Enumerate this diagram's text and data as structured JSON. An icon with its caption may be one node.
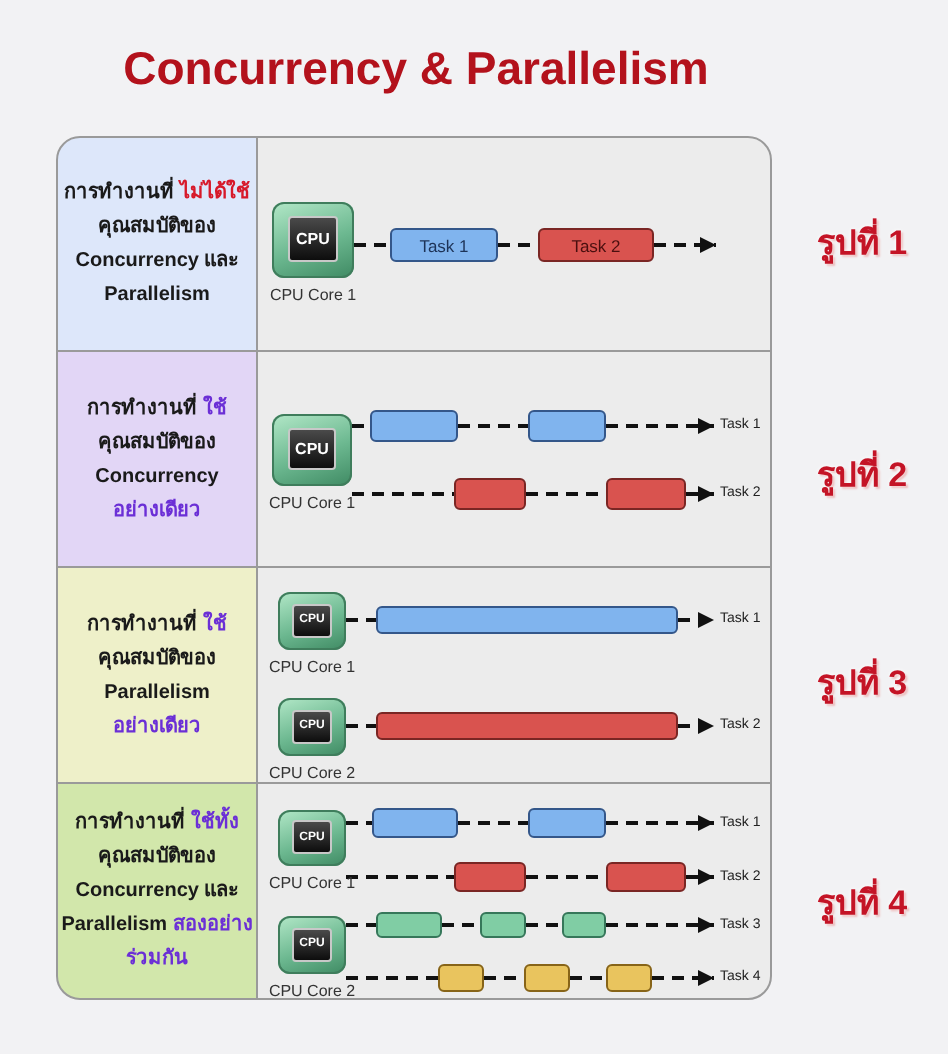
{
  "diagram": {
    "title": "Concurrency & Parallelism",
    "nodes": [
      {
        "text": [
          "การทำงานที่ **ไม่ได้ใช้** คุณสมบัติของ Concurrency และ Parallelism"
        ]
      },
      {
        "text": [
          "CPU"
        ],
        "beside": [
          "CPU Core 1"
        ]
      },
      {
        "text": [
          "Task 1"
        ]
      },
      {
        "text": [
          "Task 2"
        ]
      },
      {
        "text": [
          "การทำงานที่ **ใช้** คุณสมบัติของ Concurrency **อย่างเดียว**"
        ]
      },
      {
        "text": [
          "CPU"
        ],
        "beside": [
          "CPU Core 1"
        ]
      },
      {
        "text": [],
        "shape": "box"
      },
      {
        "text": [],
        "shape": "box"
      },
      {
        "text": [
          "Task 1"
        ]
      },
      {
        "text": [],
        "shape": "box"
      },
      {
        "text": [],
        "shape": "box"
      },
      {
        "text": [
          "Task 2"
        ]
      },
      {
        "text": [
          "การทำงานที่ **ใช้** คุณสมบัติของ Parallelism **อย่างเดียว**"
        ]
      },
      {
        "text": [
          "CPU"
        ],
        "beside": [
          "CPU Core 1"
        ]
      },
      {
        "text": [],
        "shape": "box"
      },
      {
        "text": [
          "Task 1"
        ]
      },
      {
        "text": [
          "CPU"
        ],
        "beside": [
          "CPU Core 2"
        ]
      },
      {
        "text": [],
        "shape": "box"
      },
      {
        "text": [
          "Task 2"
        ]
      },
      {
        "text": [
          "การทำงานที่ **ใช้ทั้ง** คุณสมบัติของ Concurrency และ Parallelism **สองอย่าง ร่วมกัน**"
        ]
      },
      {
        "text": [
          "CPU"
        ],
        "beside": [
          "CPU Core 1"
        ]
      },
      {
        "text": [],
        "shape": "box"
      },
      {
        "text": [],
        "shape": "box"
      },
      {
        "text": [
          "Task 1"
        ]
      },
      {
        "text": [],
        "shape": "box"
      },
      {
        "text": [],
        "shape": "box"
      },
      {
        "text": [
          "Task 2"
        ]
      },
      {
        "text": [
          "CPU"
        ],
        "beside": [
          "CPU Core 2"
        ]
      },
      {
        "text": [],
        "shape": "box"
      },
      {
        "text": [],
        "shape": "box"
      },
      {
        "text": [],
        "shape": "box"
      },
      {
        "text": [
          "Task 3"
        ]
      },
      {
        "text": [],
        "shape": "box"
      },
      {
        "text": [],
        "shape": "box"
      },
      {
        "text": [],
        "shape": "box"
      },
      {
        "text": [
          "Task 4"
        ]
      }
    ],
    "edges": [
      {
        "from": 1,
        "to": 2,
        "arrow": "none",
        "style": "dashed"
      },
      {
        "from": 2,
        "to": 3,
        "arrow": "none",
        "style": "dashed"
      },
      {
        "from": 3,
        "to": null,
        "arrow": "to",
        "style": "dashed"
      },
      {
        "from": 5,
        "to": 6,
        "arrow": "none",
        "style": "dashed"
      },
      {
        "from": 6,
        "to": 7,
        "arrow": "none",
        "style": "dashed"
      },
      {
        "from": 7,
        "to": 8,
        "arrow": "to",
        "style": "dashed"
      },
      {
        "from": 5,
        "to": 9,
        "arrow": "none",
        "style": "dashed"
      },
      {
        "from": 9,
        "to": 10,
        "arrow": "none",
        "style": "dashed"
      },
      {
        "from": 10,
        "to": 11,
        "arrow": "to",
        "style": "dashed"
      },
      {
        "from": 13,
        "to": 14,
        "arrow": "none",
        "style": "dashed"
      },
      {
        "from": 14,
        "to": 15,
        "arrow": "to",
        "style": "dashed"
      },
      {
        "from": 16,
        "to": 17,
        "arrow": "none",
        "style": "dashed"
      },
      {
        "from": 17,
        "to": 18,
        "arrow": "to",
        "style": "dashed"
      },
      {
        "from": 20,
        "to": 21,
        "arrow": "none",
        "style": "dashed"
      },
      {
        "from": 21,
        "to": 22,
        "arrow": "none",
        "style": "dashed"
      },
      {
        "from": 22,
        "to": 23,
        "arrow": "to",
        "style": "dashed"
      },
      {
        "from": 20,
        "to": 24,
        "arrow": "none",
        "style": "dashed"
      },
      {
        "from": 24,
        "to": 25,
        "arrow": "none",
        "style": "dashed"
      },
      {
        "from": 25,
        "to": 26,
        "arrow": "to",
        "style": "dashed"
      },
      {
        "from": 27,
        "to": 28,
        "arrow": "none",
        "style": "dashed"
      },
      {
        "from": 28,
        "to": 29,
        "arrow": "none",
        "style": "dashed"
      },
      {
        "from": 29,
        "to": 30,
        "arrow": "none",
        "style": "dashed"
      },
      {
        "from": 30,
        "to": 31,
        "arrow": "to",
        "style": "dashed"
      },
      {
        "from": 27,
        "to": 32,
        "arrow": "none",
        "style": "dashed"
      },
      {
        "from": 32,
        "to": 33,
        "arrow": "none",
        "style": "dashed"
      },
      {
        "from": 33,
        "to": 34,
        "arrow": "none",
        "style": "dashed"
      },
      {
        "from": 34,
        "to": 35,
        "arrow": "to",
        "style": "dashed"
      }
    ],
    "labels": [
      "รูปที่ 1",
      "รูปที่ 2",
      "รูปที่ 3",
      "รูปที่ 4"
    ]
  }
}
